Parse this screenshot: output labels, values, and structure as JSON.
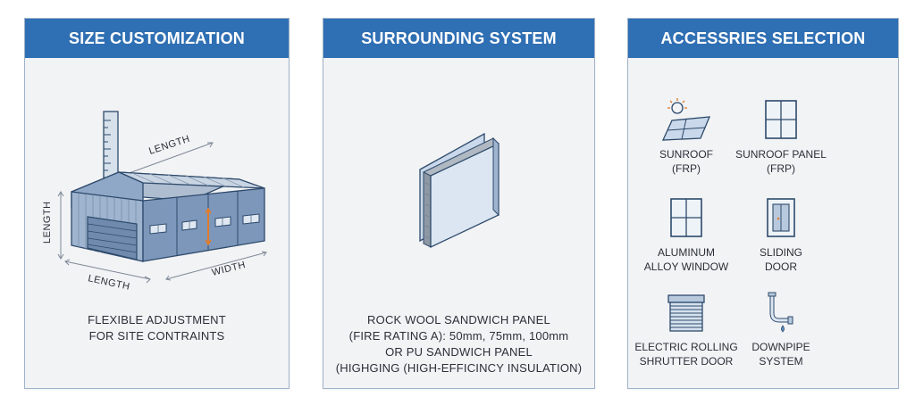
{
  "panels": [
    {
      "title": "SIZE CUSTOMIZATION",
      "labels": {
        "length_top": "LENGTH",
        "length_side": "LENGTH",
        "length_bottom": "LENGTH",
        "width": "WIDTH"
      },
      "caption": [
        "FLEXIBLE ADJUSTMENT",
        "FOR SITE CONTRAINTS"
      ]
    },
    {
      "title": "SURROUNDING SYSTEM",
      "caption": [
        "ROCK WOOL SANDWICH PANEL",
        "(FIRE RATING A): 50mm, 75mm, 100mm",
        "OR PU SANDWICH PANEL",
        "(HIGHGING (HIGH-EFFICINCY INSULATION)"
      ]
    },
    {
      "title": "ACCESSRIES SELECTION",
      "items": [
        {
          "icon": "sunroof-icon",
          "lines": [
            "SUNROOF",
            "(FRP)"
          ]
        },
        {
          "icon": "sunroof-panel-icon",
          "lines": [
            "SUNROOF PANEL",
            "(FRP)"
          ]
        },
        {
          "icon": "window-icon",
          "lines": [
            "ALUMINUM",
            "ALLOY WINDOW"
          ]
        },
        {
          "icon": "sliding-door-icon",
          "lines": [
            "SLIDING",
            "DOOR"
          ]
        },
        {
          "icon": "rolling-shutter-icon",
          "lines": [
            "ELECTRIC ROLLING",
            "SHRUTTER DOOR"
          ]
        },
        {
          "icon": "downpipe-icon",
          "lines": [
            "DOWNPIPE",
            "SYSTEM"
          ]
        }
      ]
    }
  ],
  "colors": {
    "header": "#2f6fb3",
    "panel_bg": "#f2f3f5",
    "line": "#2d4a6b",
    "fill_light": "#c9d8ea",
    "fill_mid": "#8fa8c8",
    "accent": "#e07b2a"
  }
}
